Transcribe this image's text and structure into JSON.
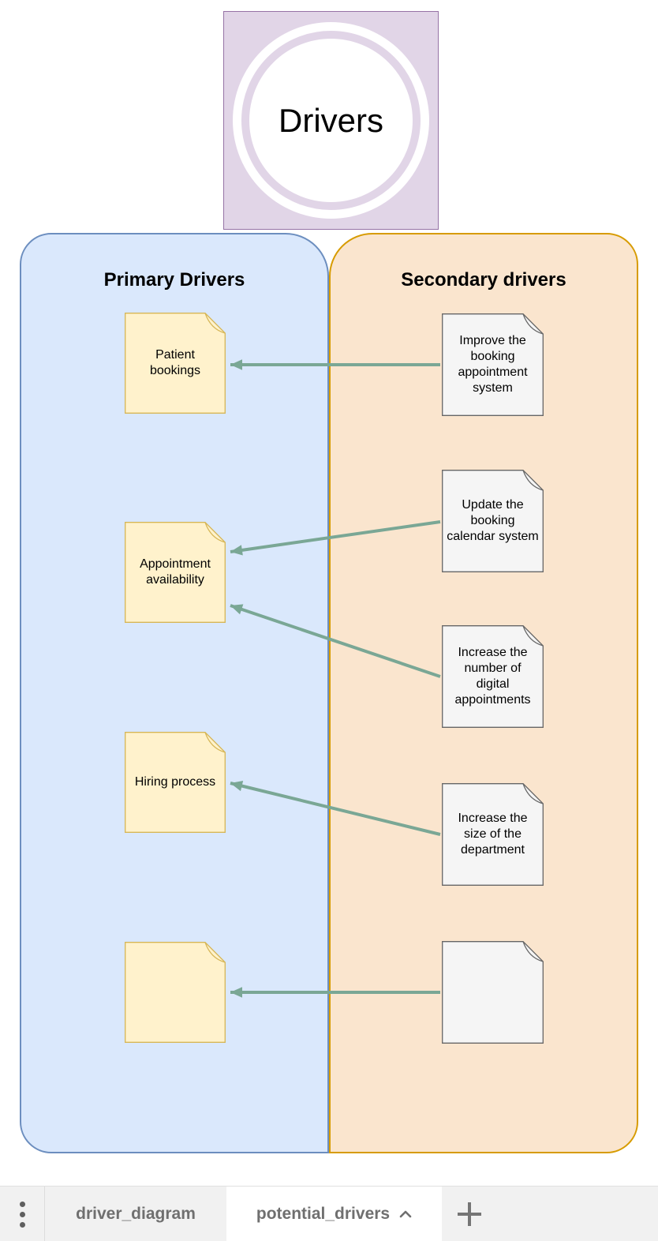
{
  "diagram": {
    "root": {
      "label": "Drivers"
    },
    "groups": [
      {
        "id": "primary",
        "label": "Primary Drivers"
      },
      {
        "id": "secondary",
        "label": "Secondary drivers"
      }
    ],
    "notes": [
      {
        "id": "p1",
        "group": "primary",
        "label": "Patient bookings"
      },
      {
        "id": "p2",
        "group": "primary",
        "label": "Appointment availability"
      },
      {
        "id": "p3",
        "group": "primary",
        "label": "Hiring process"
      },
      {
        "id": "p4",
        "group": "primary",
        "label": ""
      },
      {
        "id": "s1",
        "group": "secondary",
        "label": "Improve the booking appointment system"
      },
      {
        "id": "s2",
        "group": "secondary",
        "label": "Update the booking calendar system"
      },
      {
        "id": "s3",
        "group": "secondary",
        "label": "Increase the number of digital appointments"
      },
      {
        "id": "s4",
        "group": "secondary",
        "label": "Increase the size of the department"
      },
      {
        "id": "s5",
        "group": "secondary",
        "label": ""
      }
    ],
    "edges": [
      {
        "from": "s1",
        "to": "p1"
      },
      {
        "from": "s2",
        "to": "p2"
      },
      {
        "from": "s3",
        "to": "p2"
      },
      {
        "from": "s4",
        "to": "p3"
      },
      {
        "from": "s5",
        "to": "p4"
      }
    ],
    "colors": {
      "primary_fill": "#DAE8FC",
      "primary_border": "#6C8EBF",
      "secondary_fill": "#FAE5CE",
      "secondary_border": "#D79B00",
      "note_yellow_fill": "#FFF2CC",
      "note_yellow_border": "#D6B656",
      "note_gray_fill": "#F5F5F5",
      "note_gray_border": "#666666",
      "root_fill": "#E1D5E7",
      "root_border": "#9673A6",
      "edge": "#7AA795"
    }
  },
  "tabbar": {
    "menu_icon": "vertical-dots-icon",
    "tabs": [
      {
        "label": "driver_diagram",
        "active": false
      },
      {
        "label": "potential_drivers",
        "active": true,
        "chevron_icon": "chevron-up-icon"
      }
    ],
    "add_page_icon": "plus-icon"
  }
}
